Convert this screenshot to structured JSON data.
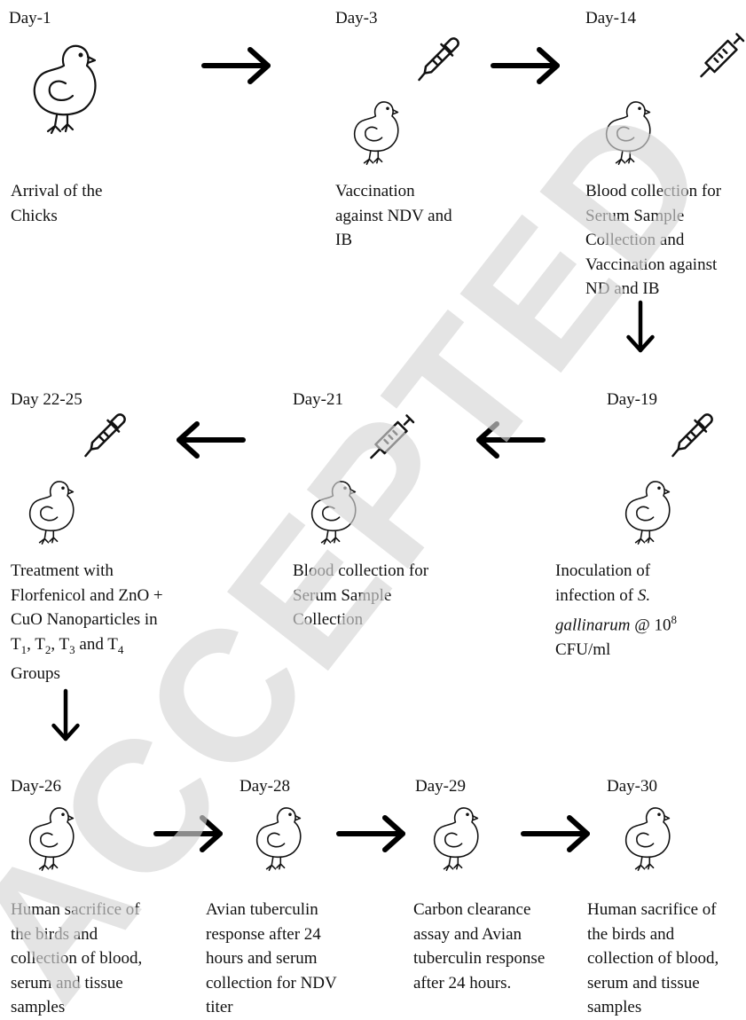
{
  "diagram": {
    "steps": [
      {
        "day": "Day-1",
        "lines": [
          "Arrival of the",
          "Chicks"
        ]
      },
      {
        "day": "Day-3",
        "lines": [
          "Vaccination",
          "against NDV and",
          "IB"
        ]
      },
      {
        "day": "Day-14",
        "lines": [
          "Blood collection for",
          "Serum Sample",
          "Collection and",
          "Vaccination against",
          "ND and IB"
        ]
      },
      {
        "day": "Day 22-25",
        "lines": [
          "Treatment with",
          "Florfenicol and ZnO +",
          "CuO Nanoparticles in",
          "Groups"
        ],
        "groups_parts": [
          "T",
          "1",
          ", T",
          "2",
          ", T",
          "3",
          " and T",
          "4"
        ]
      },
      {
        "day": "Day-21",
        "lines": [
          "Blood collection for",
          "Serum Sample",
          "Collection"
        ]
      },
      {
        "day": "Day-19",
        "lines": [
          "Inoculation of",
          "infection of",
          "S.",
          "gallinarum",
          " @ 10",
          "8",
          "CFU/ml"
        ]
      },
      {
        "day": "Day-26",
        "lines": [
          "Human sacrifice of",
          "the birds and",
          "collection of blood,",
          "serum and tissue",
          "samples"
        ]
      },
      {
        "day": "Day-28",
        "lines": [
          "Avian tuberculin",
          "response after 24",
          "hours and serum",
          "collection for NDV",
          "titer"
        ]
      },
      {
        "day": "Day-29",
        "lines": [
          "Carbon clearance",
          "assay and Avian",
          "tuberculin response",
          "after 24 hours."
        ]
      },
      {
        "day": "Day-30",
        "lines": [
          "Human sacrifice of",
          "the birds and",
          "collection of blood,",
          "serum and tissue",
          "samples"
        ]
      }
    ],
    "icons": {
      "chick": "chick-icon",
      "dropper": "dropper-icon",
      "syringe": "syringe-icon",
      "arrow": "arrow-icon"
    },
    "watermark": "ACCEPTED",
    "colors": {
      "ink": "#111111",
      "watermark": "#dcdcdc"
    }
  }
}
